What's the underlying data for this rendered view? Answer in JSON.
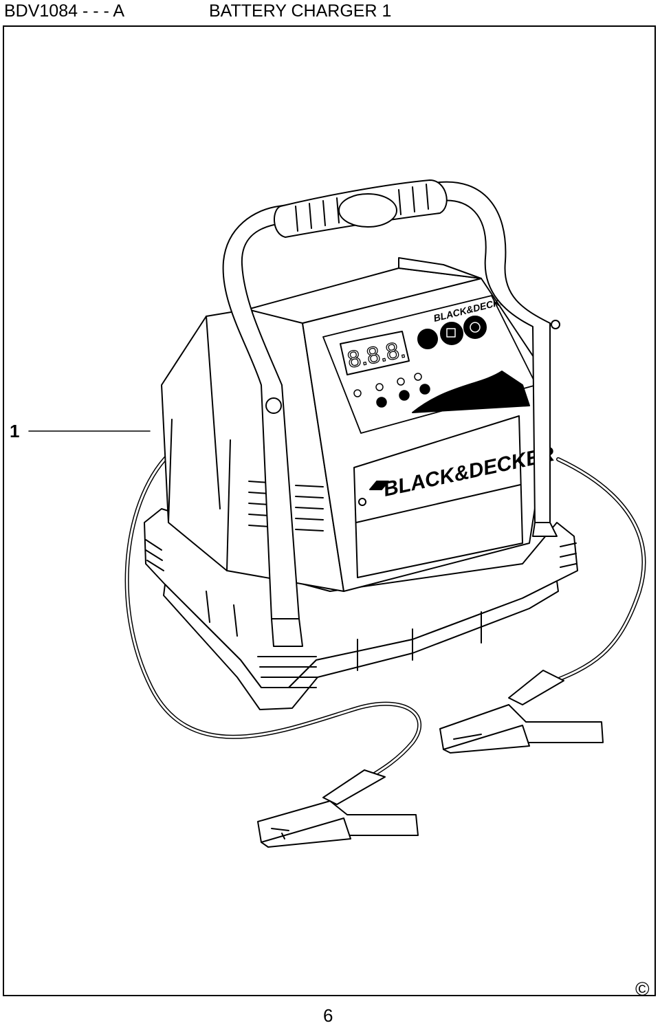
{
  "header": {
    "model": "BDV1084 - - - A",
    "title": "BATTERY CHARGER 1"
  },
  "figure": {
    "callout": "1",
    "display_digits": "8.8.8.",
    "brand_small": "BLACK&DECKER",
    "brand_large": "BLACK&DECKER"
  },
  "footer": {
    "copyright_symbol": "©",
    "page_number": "6"
  }
}
